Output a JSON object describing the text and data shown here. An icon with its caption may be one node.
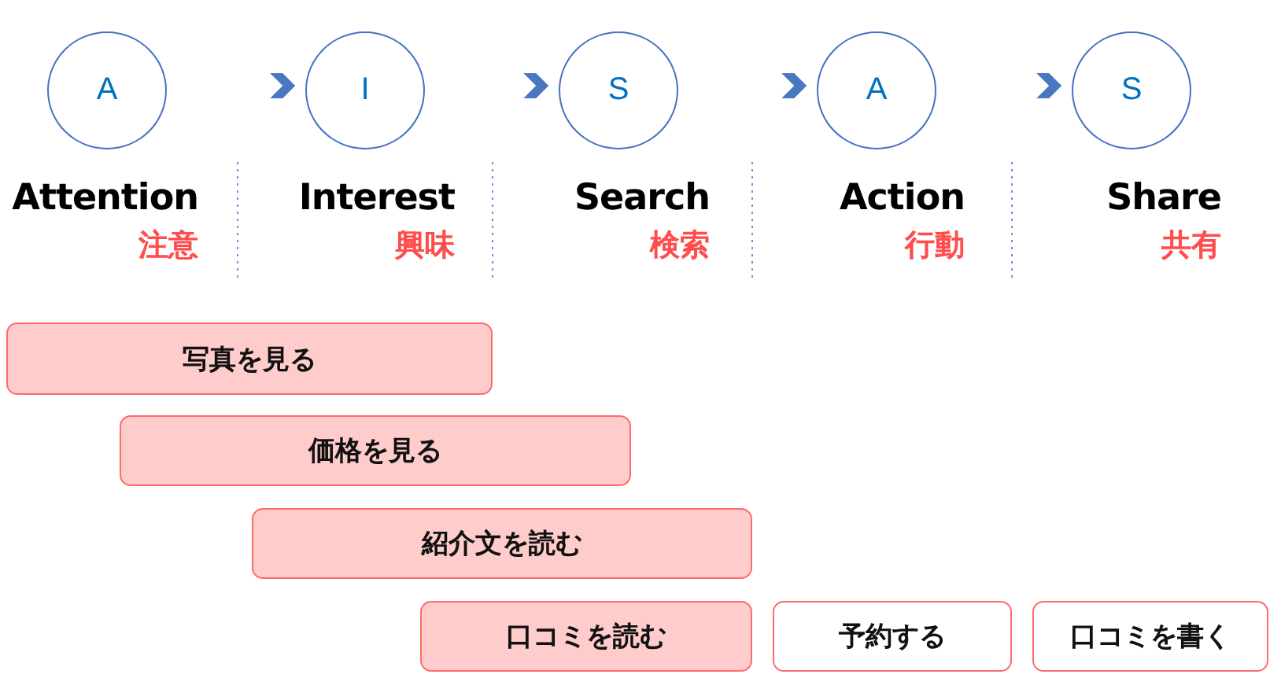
{
  "diagram": {
    "nodes": [
      {
        "text": [
          "A"
        ],
        "beside": [
          "Attention",
          "注意"
        ]
      },
      {
        "text": [
          "I"
        ],
        "beside": [
          "Interest",
          "興味"
        ]
      },
      {
        "text": [
          "S"
        ],
        "beside": [
          "Search",
          "検索"
        ]
      },
      {
        "text": [
          "A"
        ],
        "beside": [
          "Action",
          "行動"
        ]
      },
      {
        "text": [
          "S"
        ],
        "beside": [
          "Share",
          "共有"
        ]
      },
      {
        "text": [
          "写真を見る"
        ]
      },
      {
        "text": [
          "価格を見る"
        ]
      },
      {
        "text": [
          "紹介文を読む"
        ]
      },
      {
        "text": [
          "口コミを読む"
        ]
      },
      {
        "text": [
          "予約する"
        ]
      },
      {
        "text": [
          "口コミを書く"
        ]
      }
    ],
    "edges": [
      {
        "from": 0,
        "to": 1,
        "arrow": "to"
      },
      {
        "from": 1,
        "to": 2,
        "arrow": "to"
      },
      {
        "from": 2,
        "to": 3,
        "arrow": "to"
      },
      {
        "from": 3,
        "to": 4,
        "arrow": "to"
      }
    ]
  }
}
